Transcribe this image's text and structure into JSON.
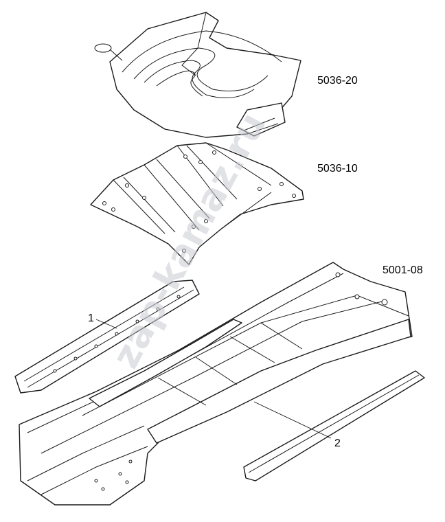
{
  "labels": {
    "fifth_wheel": "5036-20",
    "mounting_plate": "5036-10",
    "frame": "5001-08",
    "reinforcement_1": "1",
    "reinforcement_2": "2"
  },
  "watermark": "zap-kamaz.ru",
  "colors": {
    "line": "#1a1a1a",
    "background": "#ffffff",
    "watermark": "#c9cbd3"
  }
}
